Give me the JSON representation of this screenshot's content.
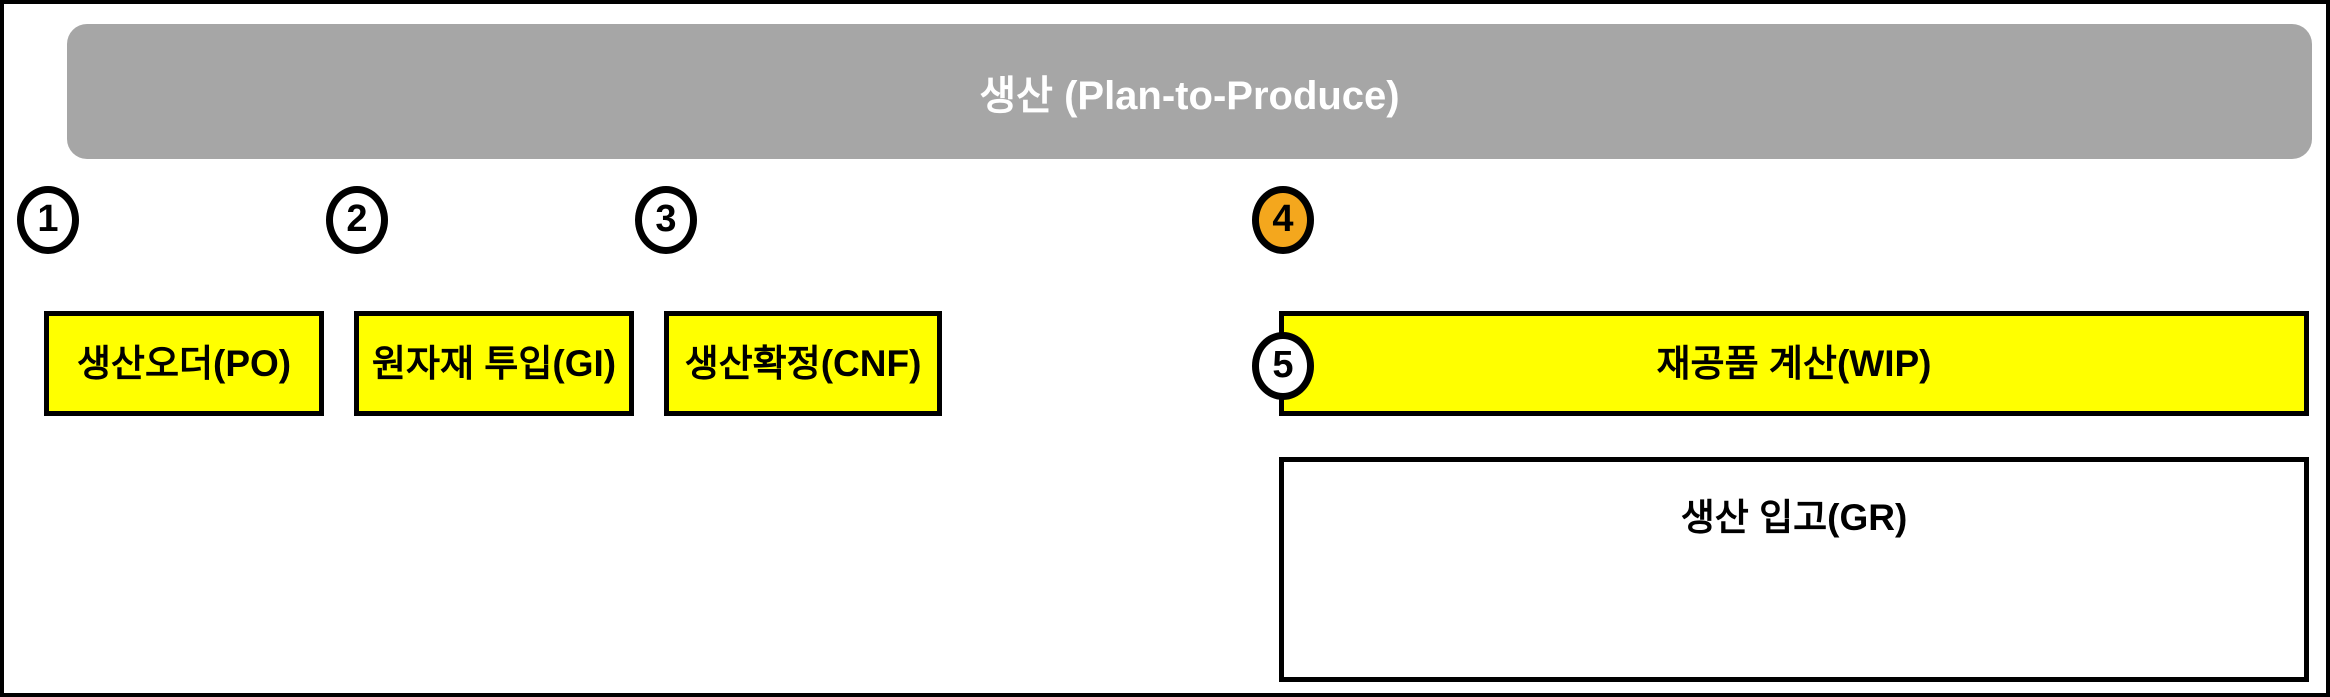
{
  "banner": {
    "title": "생산 (Plan-to-Produce)",
    "bg_color": "#a6a6a6",
    "text_color": "#ffffff"
  },
  "colors": {
    "step_fill": "#ffff00",
    "step_plain_fill": "#ffffff",
    "badge_default": "#ffffff",
    "badge_highlight": "#f4a71d",
    "outline": "#000000"
  },
  "steps": [
    {
      "number": "1",
      "label": "생산오더(PO)",
      "fill": "yellow",
      "badge": "white"
    },
    {
      "number": "2",
      "label": "원자재 투입(GI)",
      "fill": "yellow",
      "badge": "white"
    },
    {
      "number": "3",
      "label": "생산확정(CNF)",
      "fill": "yellow",
      "badge": "white"
    },
    {
      "number": "4",
      "label": "재공품 계산(WIP)",
      "fill": "yellow",
      "badge": "orange"
    },
    {
      "number": "5",
      "label": "생산 입고(GR)",
      "fill": "white",
      "badge": "white"
    }
  ]
}
